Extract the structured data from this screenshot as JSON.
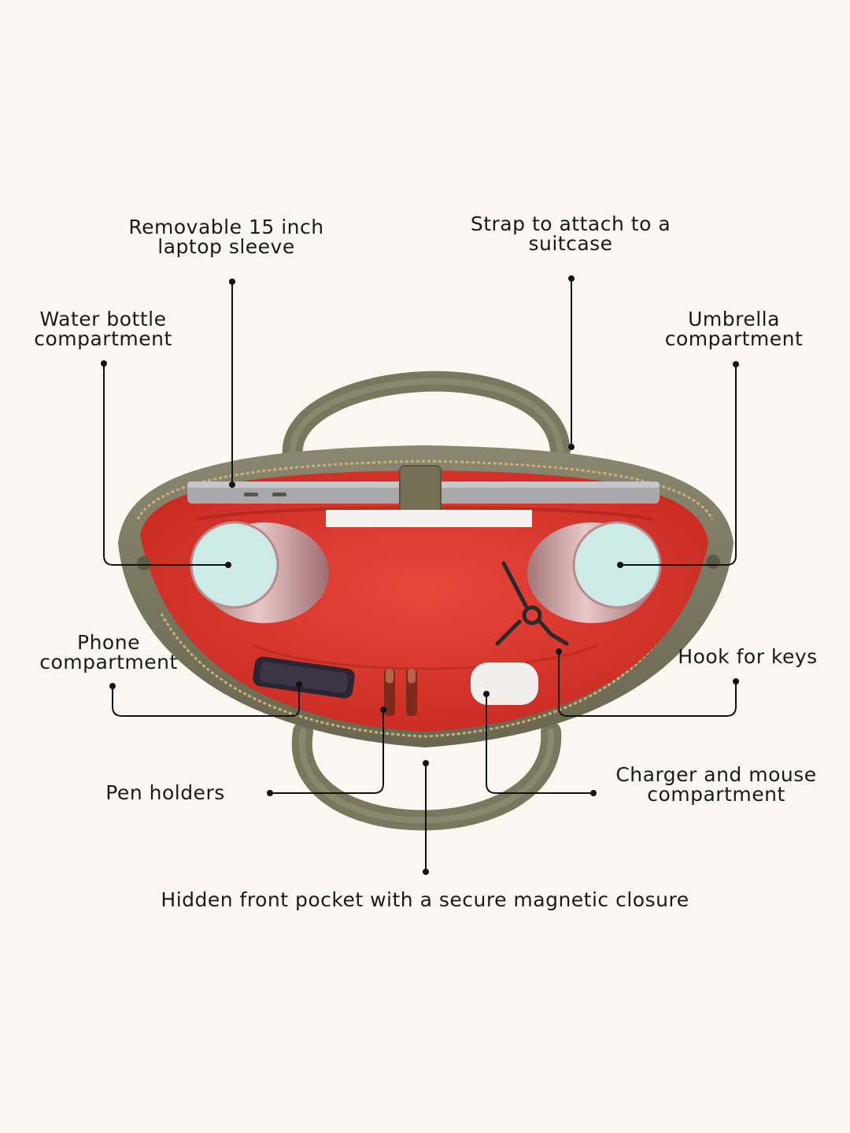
{
  "labels": {
    "laptop_sleeve": "Removable 15 inch\nlaptop sleeve",
    "strap": "Strap to attach to a\nsuitcase",
    "water_bottle": "Water bottle\ncompartment",
    "umbrella": "Umbrella\ncompartment",
    "phone": "Phone\ncompartment",
    "keys": "Hook for keys",
    "pens": "Pen holders",
    "charger": "Charger and mouse\ncompartment",
    "front_pocket": "Hidden front pocket with a secure magnetic closure"
  },
  "colors": {
    "background": "#fdf7f1",
    "bag_leather": "#78745c",
    "bag_lining": "#e0352b",
    "leader_line": "#111111"
  }
}
